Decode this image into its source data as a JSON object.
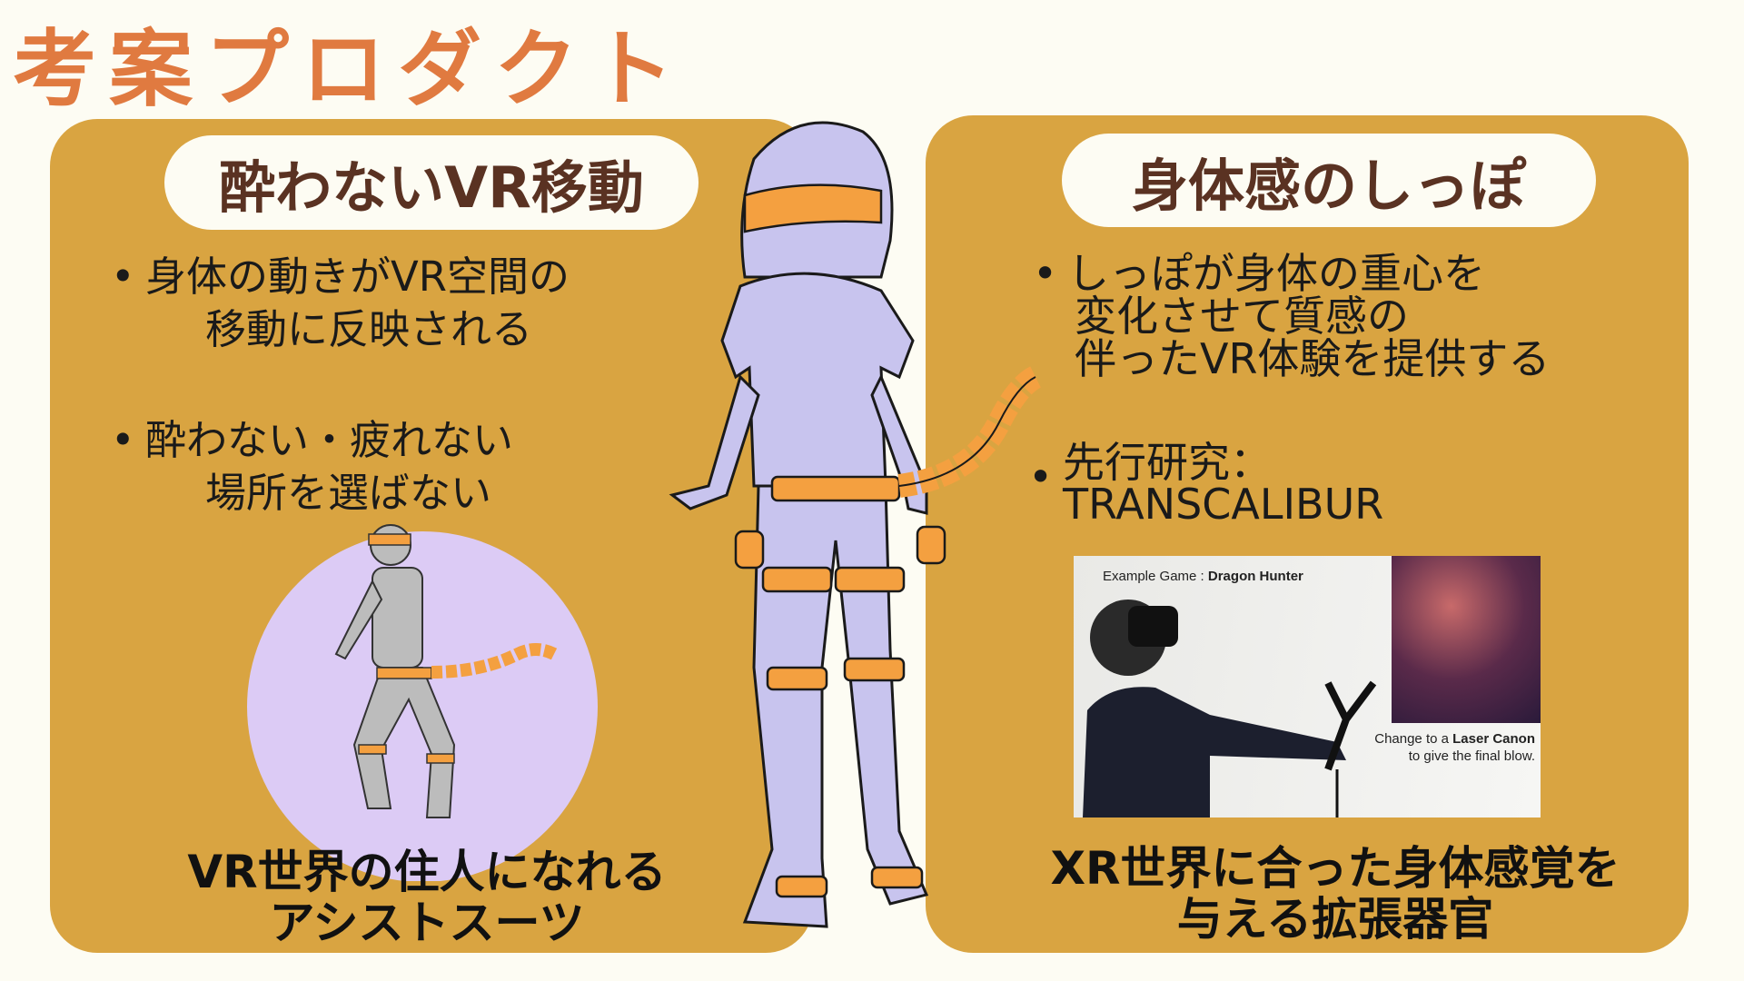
{
  "title": "考案プロダクト",
  "left": {
    "heading": "酔わないVR移動",
    "bullets": [
      {
        "lines": [
          "身体の動きがVR空間の",
          "移動に反映される"
        ]
      },
      {
        "lines": [
          "酔わない・疲れない",
          "場所を選ばない"
        ]
      }
    ],
    "tagline": [
      "VR世界の住人になれる",
      "アシストスーツ"
    ]
  },
  "right": {
    "heading": "身体感のしっぽ",
    "bullets": [
      {
        "lines": [
          "しっぽが身体の重心を",
          "変化させて質感の",
          "伴ったVR体験を提供する"
        ]
      },
      {
        "lines": [
          "先行研究：",
          "TRANSCALIBUR"
        ]
      }
    ],
    "photo": {
      "caption_top": "Example Game : ",
      "caption_top_bold": "Dragon Hunter",
      "caption_bottom_1": "Change to a ",
      "caption_bottom_1_bold": "Laser Canon",
      "caption_bottom_2": "to give the final blow."
    },
    "tagline": [
      "XR世界に合った身体感覚を",
      "与える拡張器官"
    ]
  },
  "colors": {
    "title": "#e07a40",
    "panel": "#d9a441",
    "pill_text": "#5a3222",
    "circle": "#dccbf5",
    "figure": "#c8c4ee",
    "strap": "#f4a040"
  }
}
